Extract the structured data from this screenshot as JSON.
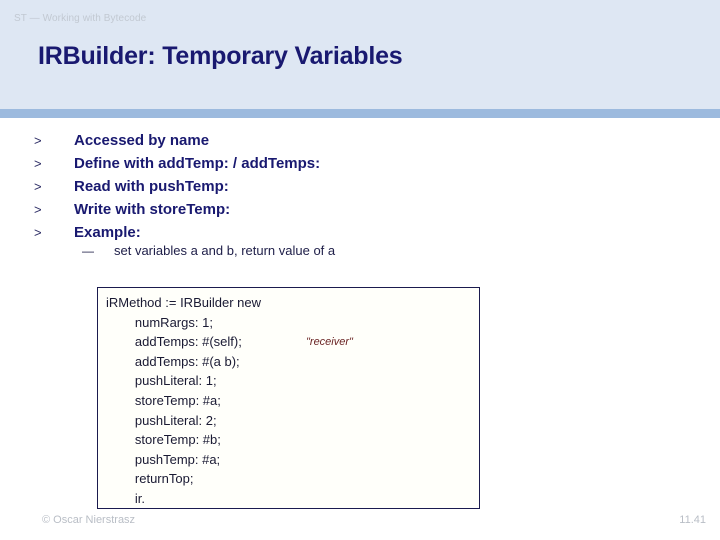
{
  "slide": {
    "kicker": "ST — Working with Bytecode",
    "title": "IRBuilder: Temporary Variables",
    "accent_band_color": "#dee7f3",
    "accent_rule_color": "#9cbade",
    "title_color": "#191970"
  },
  "bullets": {
    "marker": ">",
    "items": [
      {
        "text": "Accessed by name"
      },
      {
        "text": "Define with addTemp: / addTemps:"
      },
      {
        "text": "Read with pushTemp:"
      },
      {
        "text": "Write with storeTemp:"
      },
      {
        "text": "Example:"
      }
    ]
  },
  "sub_bullet": {
    "marker": "—",
    "text": "set variables a and b, return value of a"
  },
  "code_box": {
    "border_color": "#1a1a4e",
    "comment_color": "#6b2525",
    "lines": [
      {
        "text": "iRMethod := IRBuilder new",
        "comment": ""
      },
      {
        "text": "        numRargs: 1;",
        "comment": ""
      },
      {
        "text": "        addTemps: #(self);",
        "comment": "\"receiver\""
      },
      {
        "text": "        addTemps: #(a b);",
        "comment": ""
      },
      {
        "text": "        pushLiteral: 1;",
        "comment": ""
      },
      {
        "text": "        storeTemp: #a;",
        "comment": ""
      },
      {
        "text": "        pushLiteral: 2;",
        "comment": ""
      },
      {
        "text": "        storeTemp: #b;",
        "comment": ""
      },
      {
        "text": "        pushTemp: #a;",
        "comment": ""
      },
      {
        "text": "        returnTop;",
        "comment": ""
      },
      {
        "text": "        ir.",
        "comment": ""
      }
    ]
  },
  "footer": {
    "copyright": "© Oscar Nierstrasz",
    "page_number": "11.41"
  }
}
